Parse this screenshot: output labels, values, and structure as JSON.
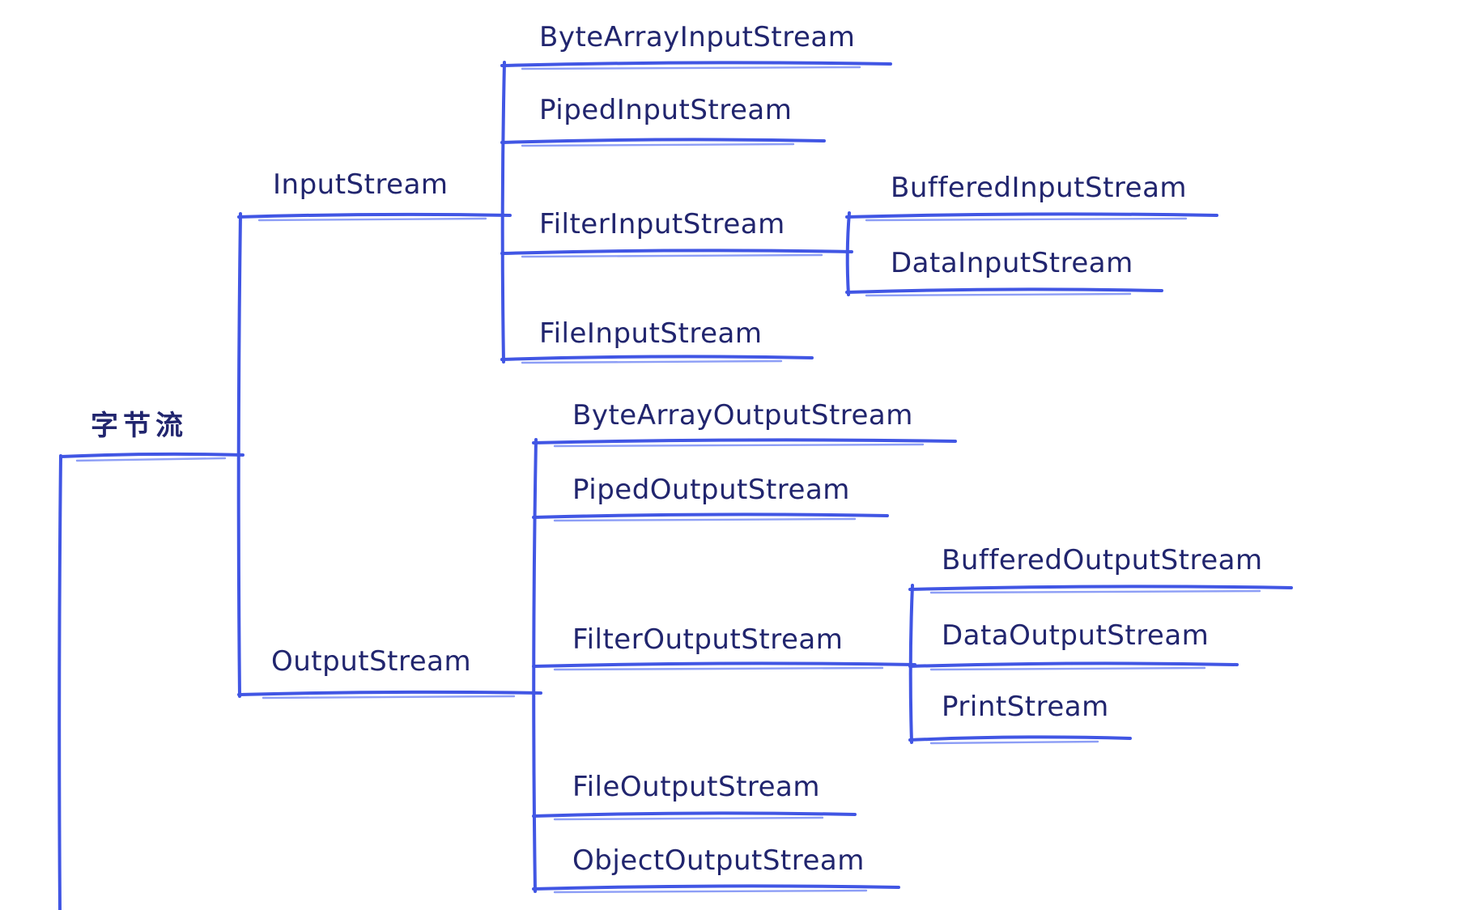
{
  "app": {
    "background": "#ffffff"
  },
  "colors": {
    "line": "#4156e4",
    "line_light": "#8193f5",
    "text": "#21256e"
  },
  "tree": {
    "root": {
      "label": "字节流",
      "children": [
        {
          "label": "InputStream",
          "children": [
            {
              "label": "ByteArrayInputStream"
            },
            {
              "label": "PipedInputStream"
            },
            {
              "label": "FilterInputStream",
              "children": [
                {
                  "label": "BufferedInputStream"
                },
                {
                  "label": "DataInputStream"
                }
              ]
            },
            {
              "label": "FileInputStream"
            }
          ]
        },
        {
          "label": "OutputStream",
          "children": [
            {
              "label": "ByteArrayOutputStream"
            },
            {
              "label": "PipedOutputStream"
            },
            {
              "label": "FilterOutputStream",
              "children": [
                {
                  "label": "BufferedOutputStream"
                },
                {
                  "label": "DataOutputStream"
                },
                {
                  "label": "PrintStream"
                }
              ]
            },
            {
              "label": "FileOutputStream"
            },
            {
              "label": "ObjectOutputStream"
            }
          ]
        }
      ]
    }
  }
}
